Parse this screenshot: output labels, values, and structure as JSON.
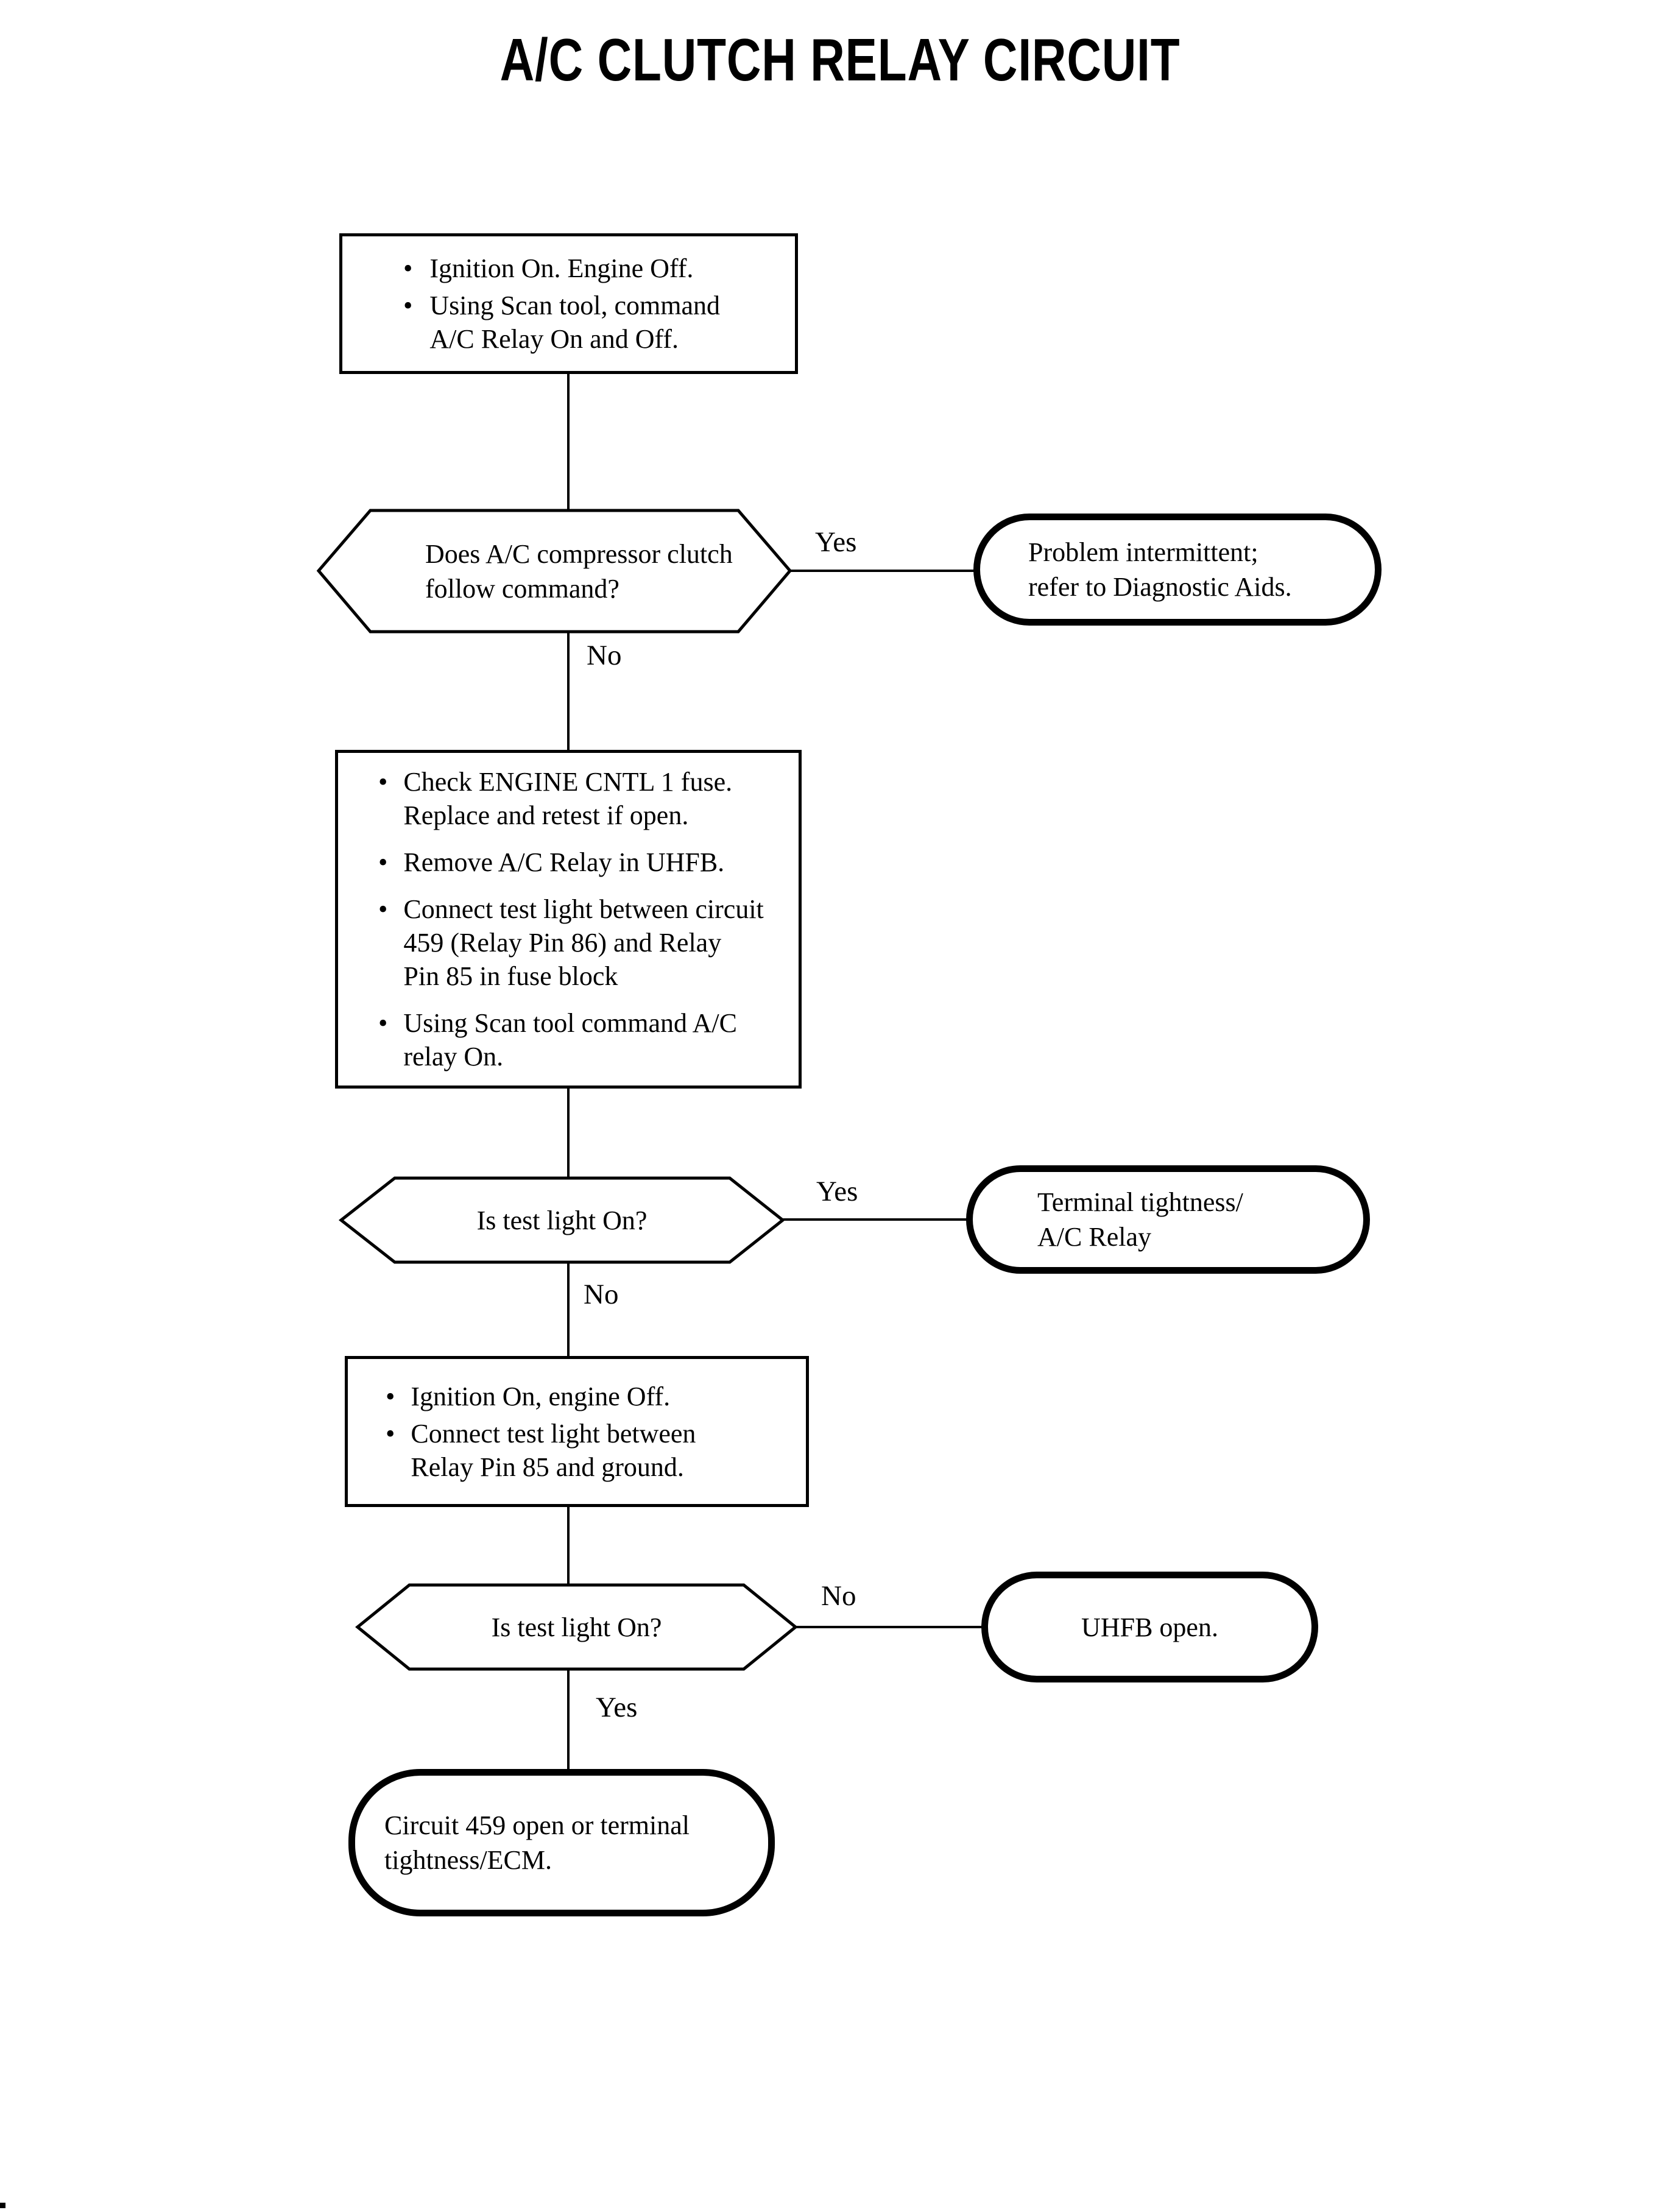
{
  "title": "A/C CLUTCH RELAY CIRCUIT",
  "ui": {
    "bullet": "•"
  },
  "colors": {
    "ink": "#000000",
    "paper": "#ffffff"
  },
  "process1": {
    "bullets": [
      "Ignition On. Engine Off.",
      "Using Scan tool, command\nA/C Relay On and Off."
    ]
  },
  "decision1": {
    "question": "Does A/C compressor clutch\nfollow command?",
    "yes_label": "Yes",
    "no_label": "No"
  },
  "terminal1": {
    "text": "Problem intermittent;\nrefer to Diagnostic Aids."
  },
  "process2": {
    "bullets": [
      "Check ENGINE CNTL 1 fuse.\nReplace and retest if open.",
      "Remove A/C Relay in UHFB.",
      "Connect test light between circuit\n459 (Relay Pin 86) and Relay\nPin 85 in fuse block",
      "Using Scan tool command A/C\nrelay On."
    ]
  },
  "decision2": {
    "question": "Is test light On?",
    "yes_label": "Yes",
    "no_label": "No"
  },
  "terminal2": {
    "text": "Terminal tightness/\nA/C Relay"
  },
  "process3": {
    "bullets": [
      "Ignition On, engine Off.",
      "Connect test light between\nRelay Pin 85 and ground."
    ]
  },
  "decision3": {
    "question": "Is test light On?",
    "no_label": "No",
    "yes_label": "Yes"
  },
  "terminal3": {
    "text": "UHFB open."
  },
  "terminal4": {
    "text": "Circuit 459 open or terminal\ntightness/ECM."
  }
}
